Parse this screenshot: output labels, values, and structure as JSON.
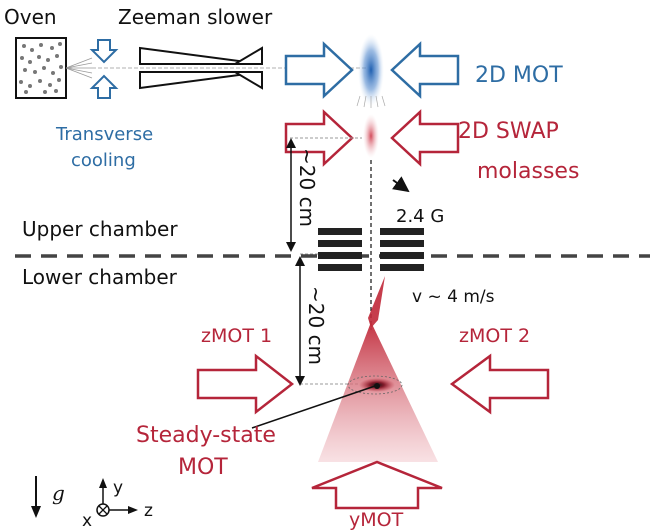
{
  "colors": {
    "blue": "#2e6da4",
    "red": "#b5253a",
    "black": "#111111",
    "gray": "#888888"
  },
  "labels": {
    "oven": "Oven",
    "zeeman_slower": "Zeeman slower",
    "transverse_line1": "Transverse",
    "transverse_line2": "cooling",
    "mot2d": "2D MOT",
    "swap_line1": "2D SWAP",
    "swap_line2": "molasses",
    "field": "2.4 G",
    "dist_upper": "~20 cm",
    "dist_lower": "~20 cm",
    "upper_chamber": "Upper chamber",
    "lower_chamber": "Lower chamber",
    "velocity": "v ~ 4 m/s",
    "zmot1": "zMOT 1",
    "zmot2": "zMOT 2",
    "ss_line1": "Steady-state",
    "ss_line2": "MOT",
    "ymot": "yMOT",
    "gravity": "g",
    "axis_y": "y",
    "axis_x": "x",
    "axis_z": "z"
  }
}
